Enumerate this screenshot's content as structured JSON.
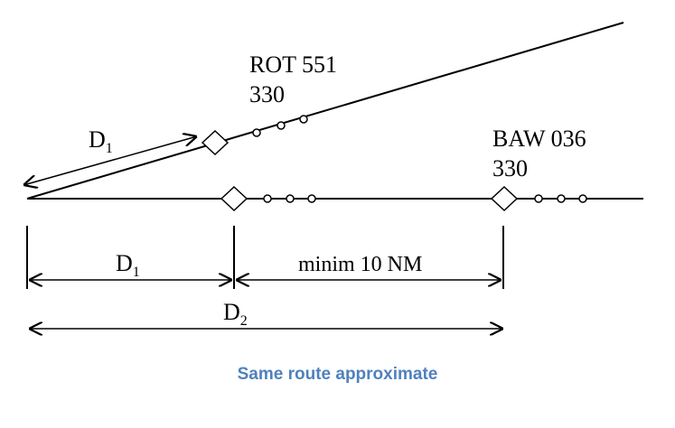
{
  "aircraft": [
    {
      "callsign": "ROT 551",
      "level": "330"
    },
    {
      "callsign": "BAW 036",
      "level": "330"
    }
  ],
  "distances": {
    "d1_main": "D",
    "d1_sub": "1",
    "d1_upper_main": "D",
    "d1_upper_sub": "1",
    "d2_main": "D",
    "d2_sub": "2",
    "separation": "minim 10 NM"
  },
  "caption": "Same route approximate",
  "colors": {
    "caption": "#4f81bd",
    "line": "#000000"
  }
}
